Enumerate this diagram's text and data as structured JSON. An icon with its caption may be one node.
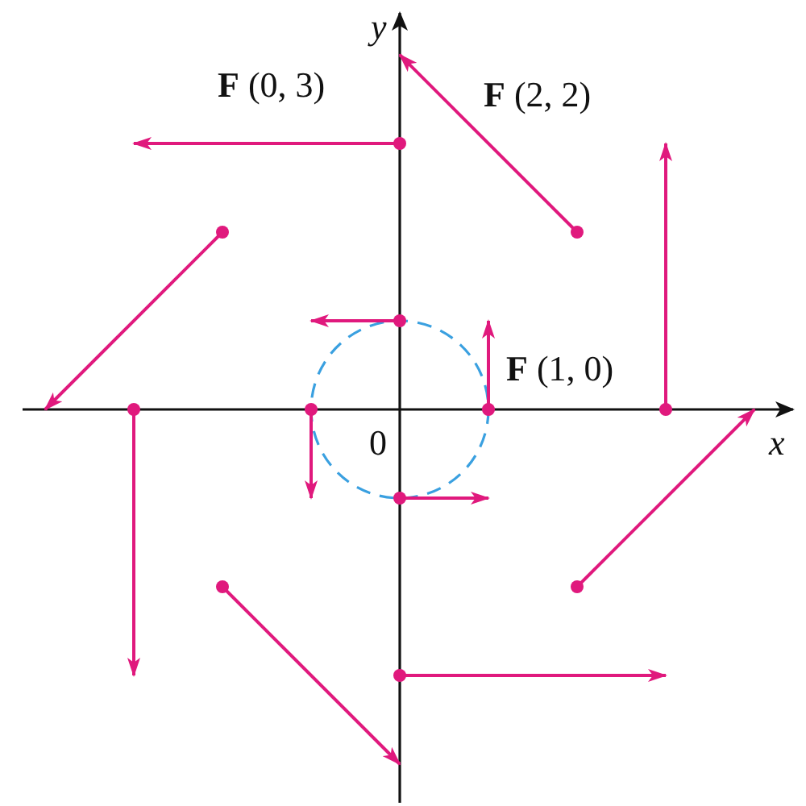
{
  "diagram": {
    "labels": [
      "y",
      "**F** (0, 3)",
      "**F** (2, 2)",
      "**F** (1, 0)",
      "0",
      "x"
    ]
  }
}
